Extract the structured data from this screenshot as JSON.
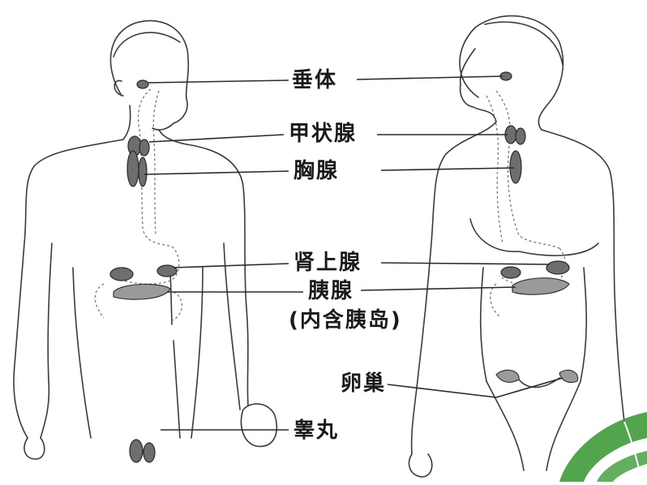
{
  "labels": {
    "pituitary": "垂体",
    "thyroid": "甲状腺",
    "thymus": "胸腺",
    "adrenal": "肾上腺",
    "pancreas": "胰腺",
    "pancreas_note": "(内含胰岛)",
    "ovary": "卵巢",
    "testis": "睾丸"
  },
  "colors": {
    "line": "#3a3a3a",
    "organ": "#6e6e6e",
    "logo_green": "#3f9a3a"
  },
  "icons": [
    "leaf-logo-icon"
  ]
}
